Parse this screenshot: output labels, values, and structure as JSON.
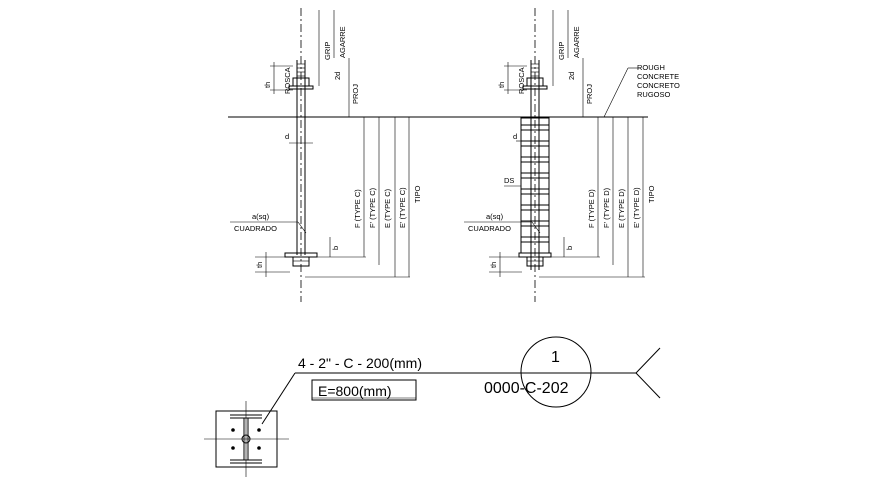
{
  "colors": {
    "ink": "#000000",
    "background": "#ffffff"
  },
  "labels": {
    "grip": "GRIP",
    "agarre": "AGARRE",
    "rosca": "ROSCA",
    "th": "th",
    "two_d": "2d",
    "proj": "PROJ",
    "d": "d",
    "a_sq": "a(sq)",
    "cuadrado": "CUADRADO",
    "b": "b",
    "ds": "DS",
    "tipo": "TIPO",
    "rough_concrete": [
      "ROUGH",
      "CONCRETE",
      "CONCRETO",
      "RUGOSO"
    ]
  },
  "left_bolt": {
    "f": "F (TYPE C)",
    "f_prime": "F' (TYPE C)",
    "e": "E (TYPE C)",
    "e_prime": "E' (TYPE C)"
  },
  "right_bolt": {
    "f": "F (TYPE D)",
    "f_prime": "F' (TYPE D)",
    "e": "E (TYPE D)",
    "e_prime": "E' (TYPE D)"
  },
  "callout": {
    "spec": "4 - 2\" - C - 200(mm)",
    "embed": "E=800(mm)",
    "number": "1",
    "code": "0000-C-202"
  }
}
